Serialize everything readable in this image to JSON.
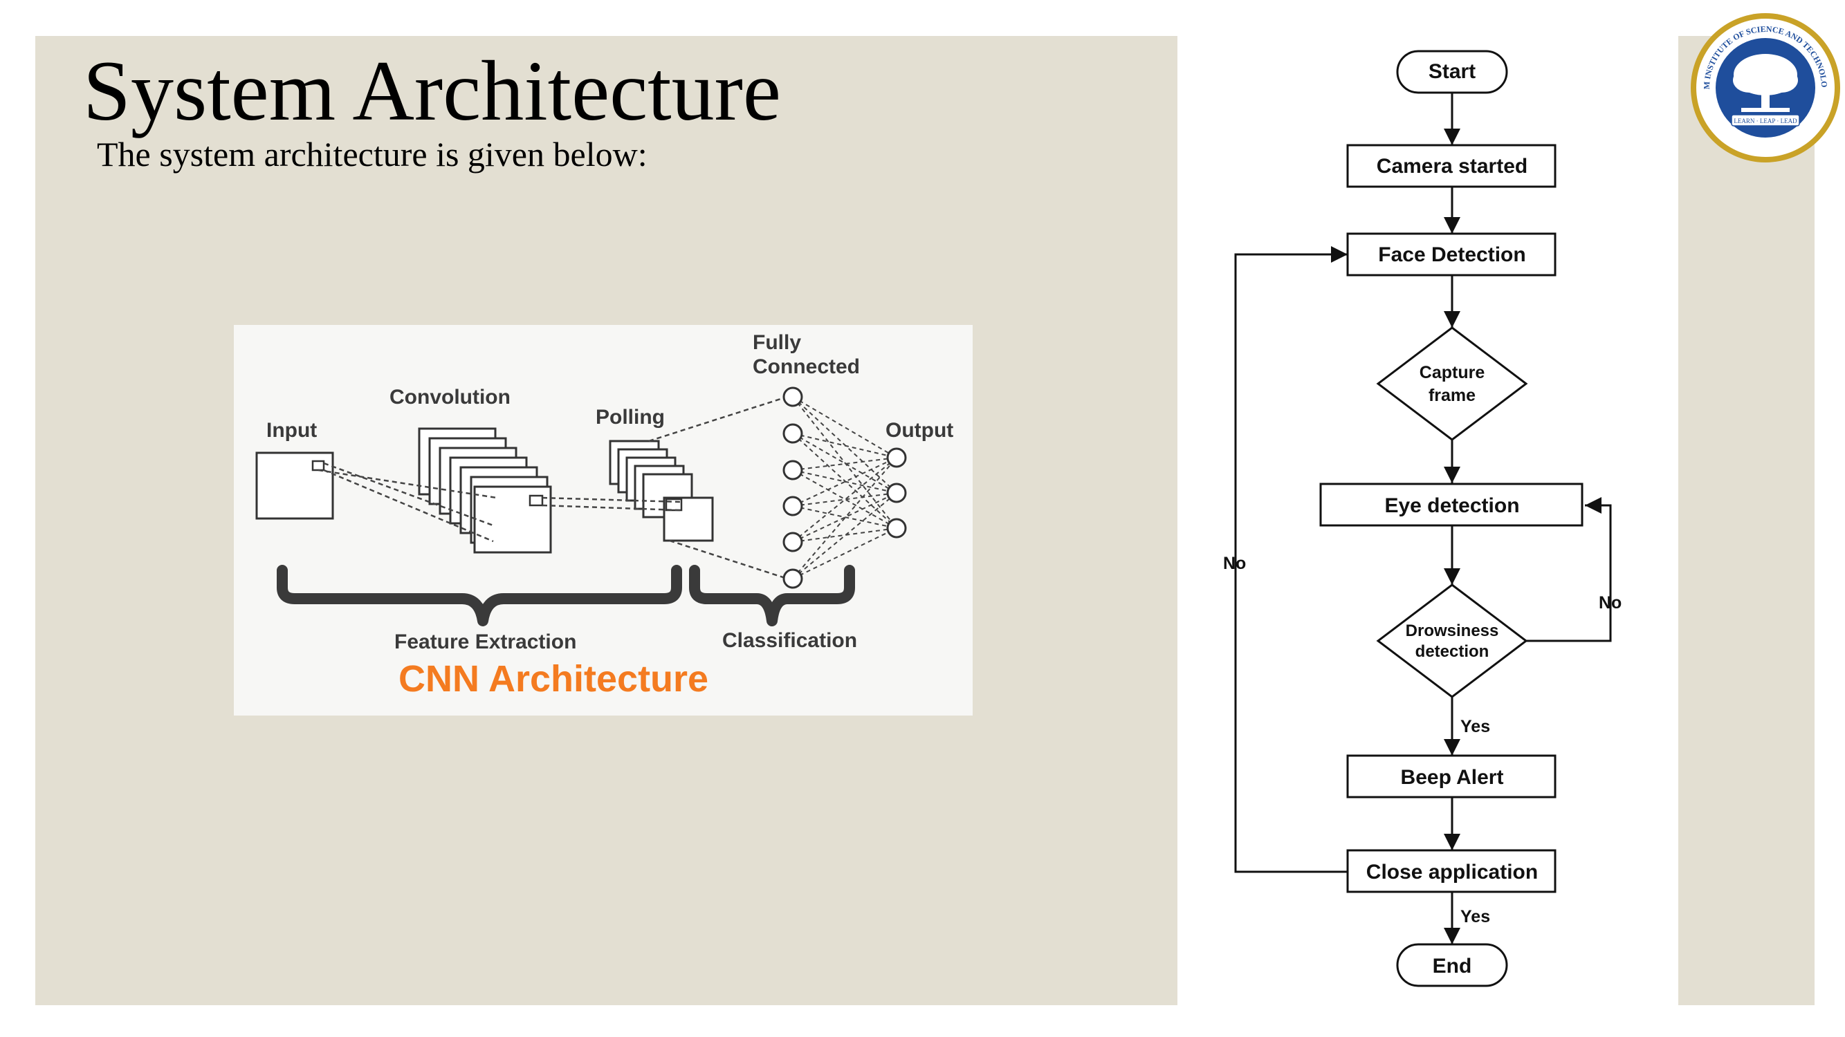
{
  "slide": {
    "title": "System Architecture",
    "subtitle": "The system architecture is given below:"
  },
  "cnn_diagram": {
    "labels": {
      "input": "Input",
      "convolution": "Convolution",
      "polling": "Polling",
      "fully_connected_line1": "Fully",
      "fully_connected_line2": "Connected",
      "output": "Output",
      "feature_extraction": "Feature Extraction",
      "classification": "Classification"
    },
    "caption": "CNN Architecture",
    "caption_color": "#f47b20"
  },
  "flowchart": {
    "nodes": {
      "start": "Start",
      "camera": "Camera started",
      "face": "Face Detection",
      "capture_line1": "Capture",
      "capture_line2": "frame",
      "eye": "Eye detection",
      "drowsiness_line1": "Drowsiness",
      "drowsiness_line2": "detection",
      "beep": "Beep Alert",
      "close": "Close application",
      "end": "End"
    },
    "edge_labels": {
      "drowsy_yes": "Yes",
      "drowsy_no": "No",
      "close_yes": "Yes",
      "close_no": "No"
    }
  },
  "logo": {
    "ring_text": "SRM INSTITUTE OF SCIENCE AND TECHNOLOGY",
    "motto": "LEARN · LEAP · LEAD",
    "colors": {
      "gold": "#c9a227",
      "blue": "#1f4e9c"
    }
  }
}
